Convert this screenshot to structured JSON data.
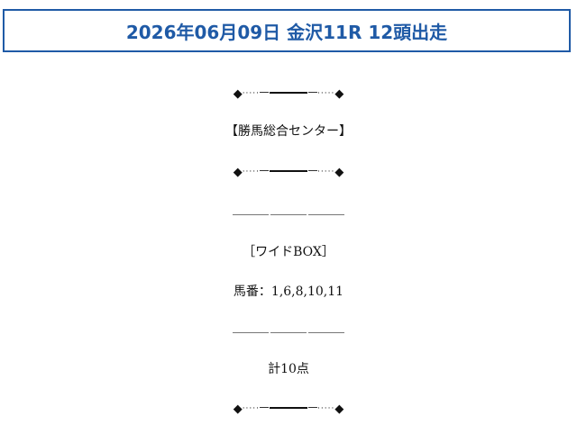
{
  "header": {
    "title": "2026年06月09日 金沢11R 12頭出走"
  },
  "content": {
    "ornament_left": "◆",
    "ornament_dots_left": "·····",
    "ornament_dots_right": "·····",
    "ornament_right": "◆",
    "source_label": "【勝馬総合センター】",
    "bet_type": "［ワイドBOX］",
    "horse_numbers": "馬番：1,6,8,10,11",
    "total_points": "計10点"
  },
  "colors": {
    "header_border": "#1f5aa6",
    "header_text": "#1f5aa6"
  }
}
